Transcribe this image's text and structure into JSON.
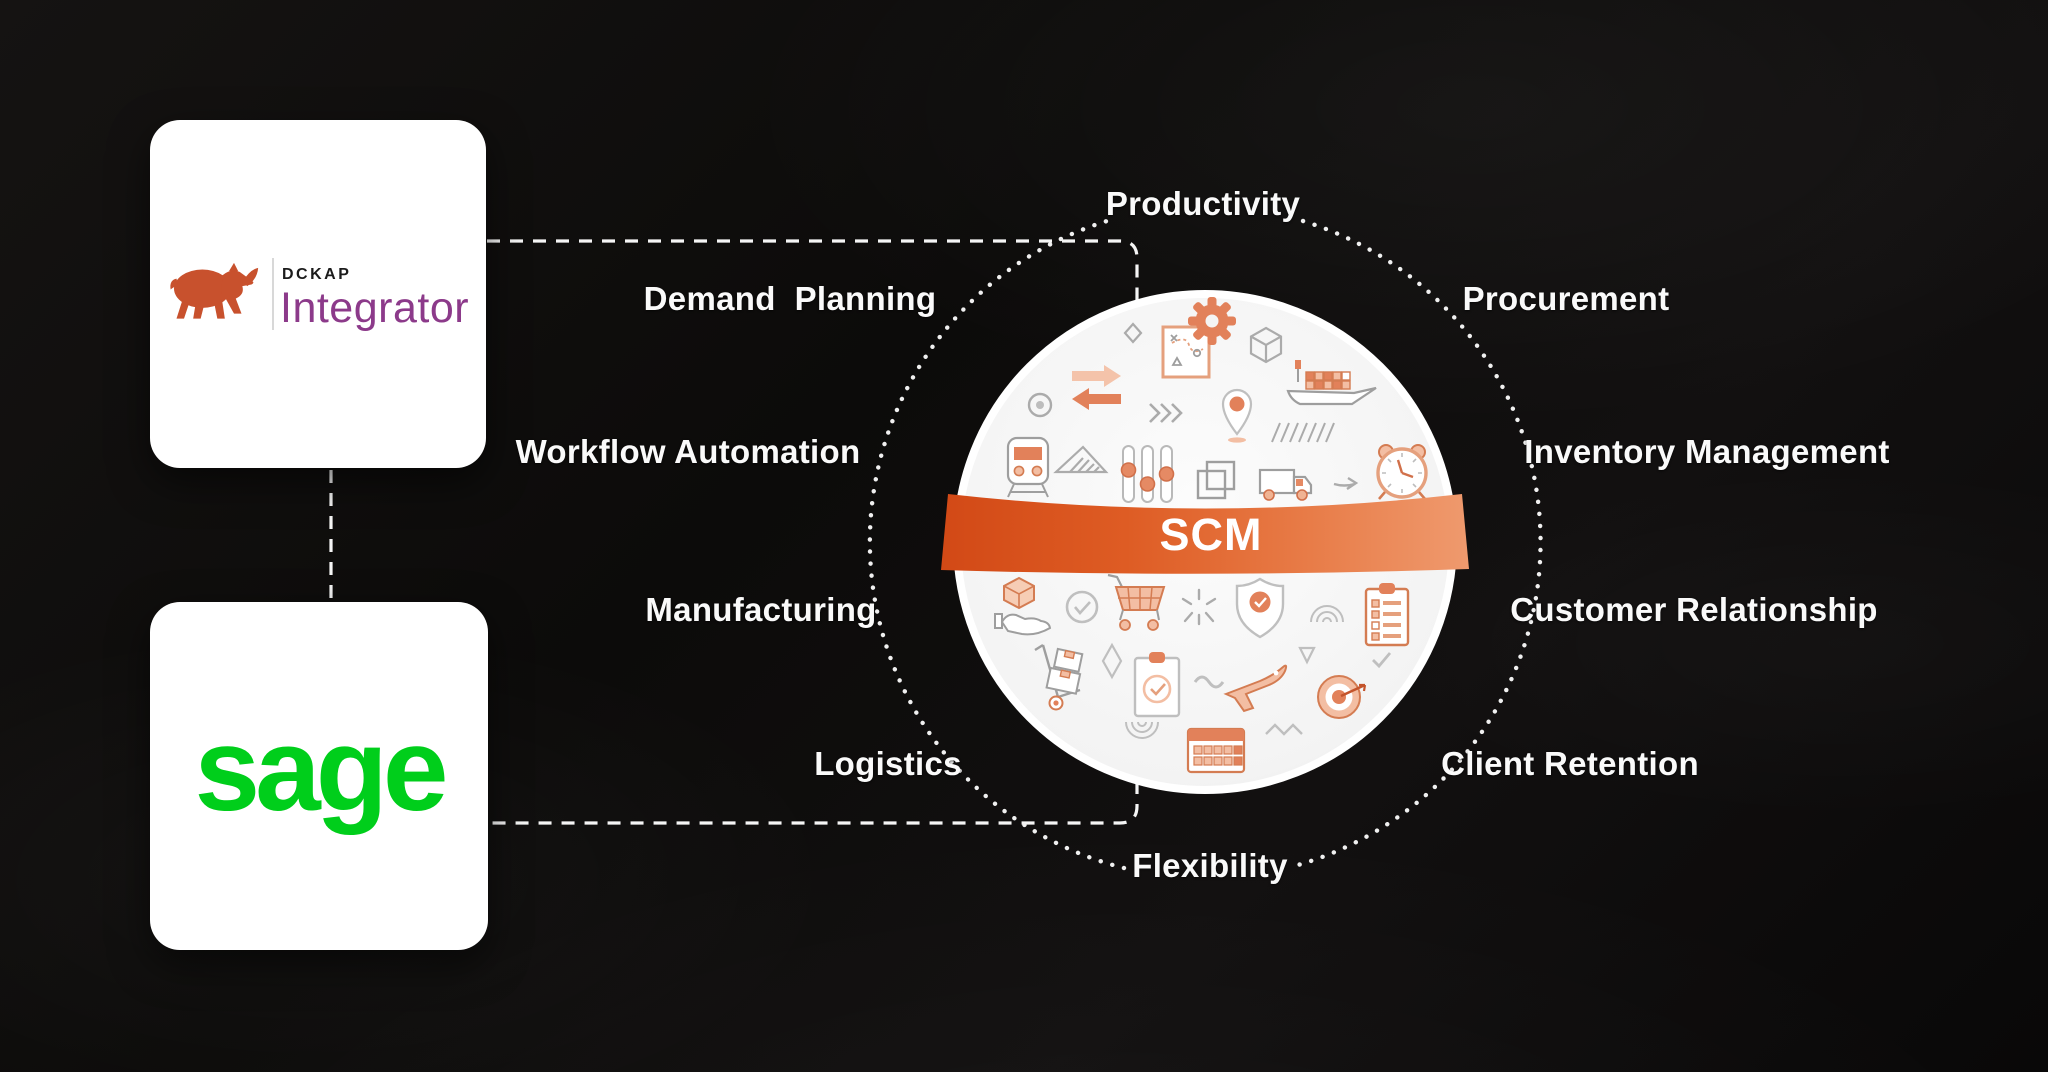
{
  "diagram": {
    "center": {
      "label": "SCM",
      "ribbon_color_left": "#D84E1A",
      "ribbon_color_right": "#EE9467"
    },
    "cards": {
      "integrator": {
        "brand": "DCKAP",
        "product": "Integrator",
        "brand_color": "#1B1B1B",
        "product_color": "#8C3A8A",
        "rhino_color": "#C8512D"
      },
      "sage": {
        "name": "sage",
        "color": "#00CE1B"
      }
    },
    "orbit_labels": {
      "productivity": "Productivity",
      "procurement": "Procurement",
      "inventory_management": "Inventory Management",
      "customer_relationship": "Customer Relationship",
      "client_retention": "Client Retention",
      "flexibility": "Flexibility",
      "logistics": "Logistics",
      "manufacturing": "Manufacturing",
      "workflow_automation": "Workflow Automation",
      "demand_planning": "Demand  Planning"
    },
    "circle_icons": [
      "target-dot-icon",
      "swap-arrows-icon",
      "diamond-icon",
      "strategy-board-icon",
      "gear-icon",
      "cube-icon",
      "cargo-ship-icon",
      "location-pin-icon",
      "chevrons-icon",
      "hatch-marks-icon",
      "train-icon",
      "ruler-triangle-icon",
      "sliders-icon",
      "stacked-squares-icon",
      "delivery-truck-icon",
      "arrow-right-icon",
      "alarm-clock-icon",
      "hand-box-icon",
      "check-circle-icon",
      "shopping-cart-icon",
      "sparkle-burst-icon",
      "shield-check-icon",
      "signal-arcs-icon",
      "checklist-clipboard-icon",
      "hand-truck-icon",
      "tall-diamond-icon",
      "clipboard-check-icon",
      "tilde-icon",
      "airplane-icon",
      "small-triangle-icon",
      "dartboard-icon",
      "checkmark-icon",
      "dome-arcs-icon",
      "calendar-icon",
      "zigzag-icon"
    ],
    "colors": {
      "background": "#0D0C0B",
      "line_white": "#F5F5F5",
      "icon_gray": "#A9A9A9",
      "icon_salmon_fill": "#F3BEA3",
      "icon_salmon_stroke": "#D47C52",
      "icon_salmon_solid": "#E2815A"
    }
  }
}
